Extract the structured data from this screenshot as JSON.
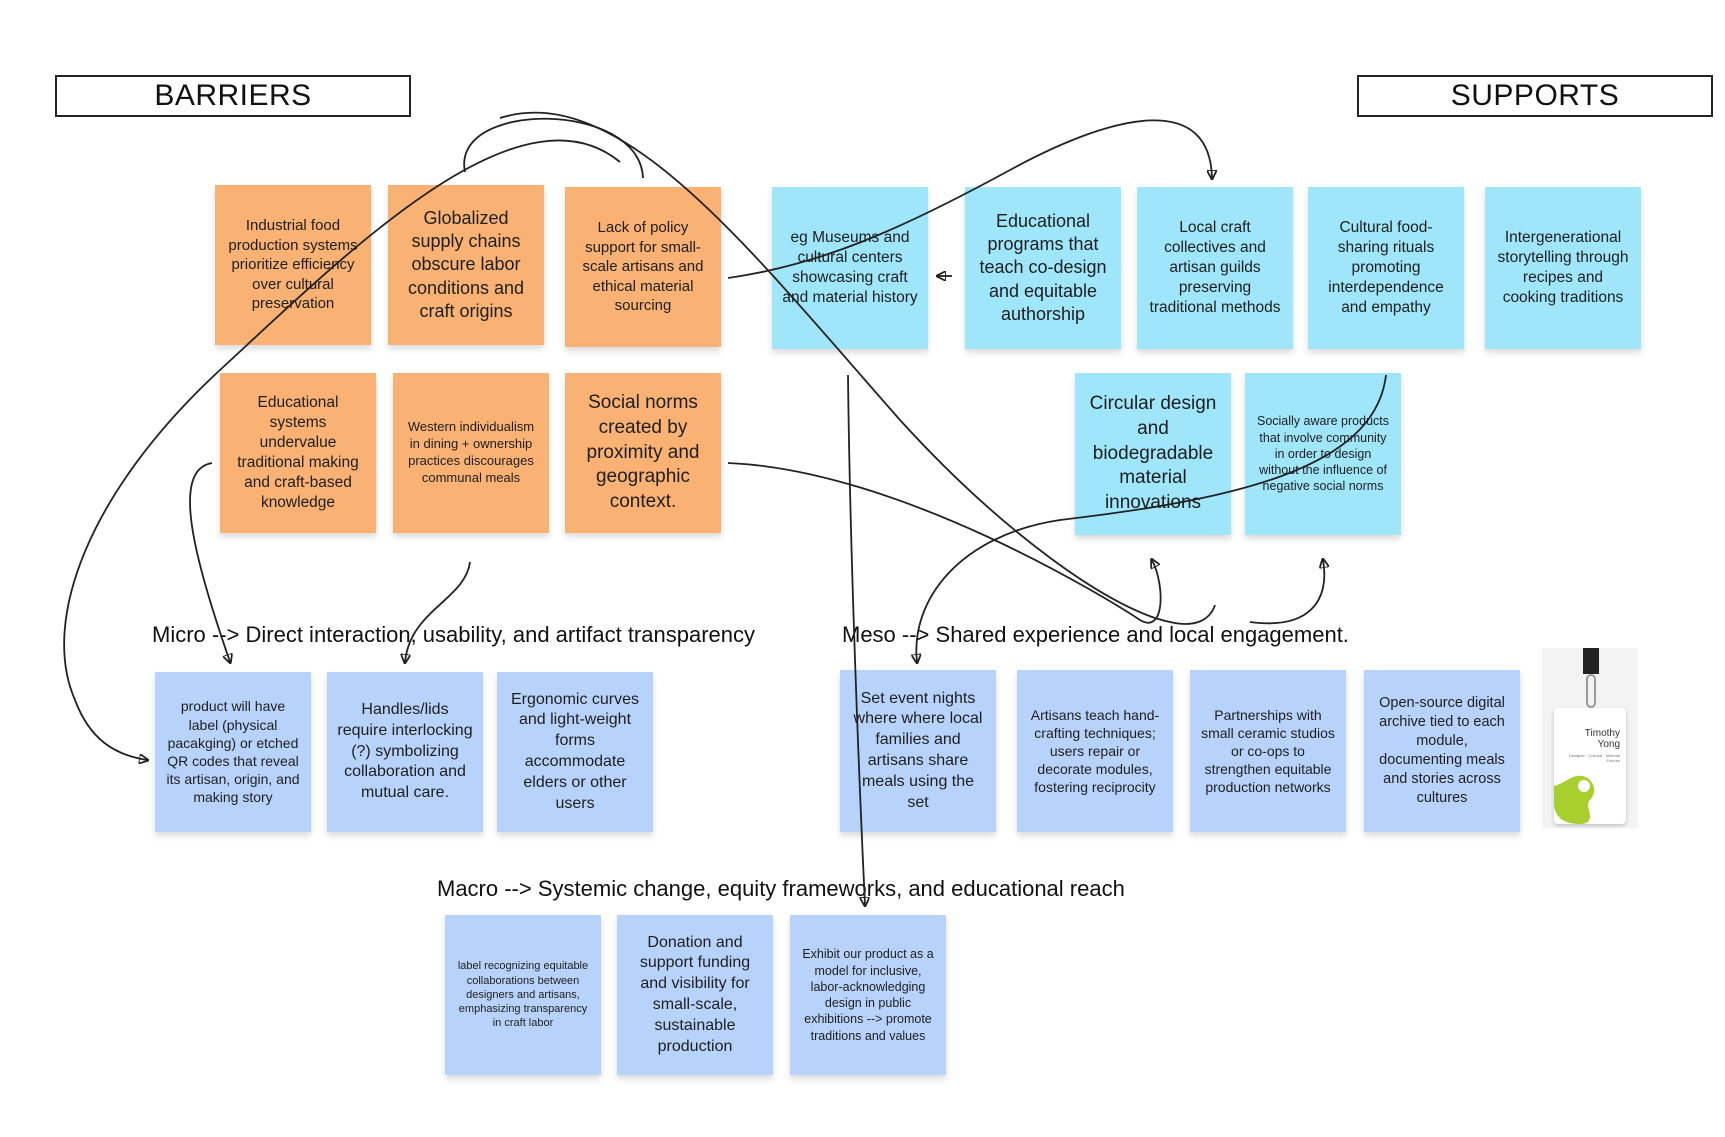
{
  "headers": {
    "barriers": "BARRIERS",
    "supports": "SUPPORTS"
  },
  "barriers": [
    {
      "id": "b1",
      "text": "Industrial food production systems prioritize efficiency over cultural preservation"
    },
    {
      "id": "b2",
      "text": "Globalized supply chains obscure labor conditions and craft origins"
    },
    {
      "id": "b3",
      "text": "Lack of policy support for small-scale artisans and ethical material sourcing"
    },
    {
      "id": "b4",
      "text": "Educational systems undervalue traditional making and craft-based knowledge"
    },
    {
      "id": "b5",
      "text": "Western individualism in dining + ownership practices discourages communal meals"
    },
    {
      "id": "b6",
      "text": "Social norms created by proximity and geographic context."
    }
  ],
  "supports": [
    {
      "id": "s1",
      "text": "eg Museums and cultural centers showcasing craft and material history"
    },
    {
      "id": "s2",
      "text": "Educational programs that teach co-design and equitable authorship"
    },
    {
      "id": "s3",
      "text": "Local craft collectives and artisan guilds preserving traditional methods"
    },
    {
      "id": "s4",
      "text": "Cultural food-sharing rituals promoting interdependence and empathy"
    },
    {
      "id": "s5",
      "text": "Intergenerational storytelling through recipes and cooking traditions"
    },
    {
      "id": "s6",
      "text": "Circular design and biodegradable material innovations"
    },
    {
      "id": "s7",
      "text": "Socially aware products that involve community in order to design without the influence of negative social norms"
    }
  ],
  "levels": {
    "micro": {
      "label": "Micro -->  Direct interaction, usability, and artifact transparency",
      "notes": [
        {
          "id": "m1",
          "text": "product will have label (physical pacakging) or etched QR codes that reveal its artisan, origin, and making story"
        },
        {
          "id": "m2",
          "text": "Handles/lids require interlocking (?) symbolizing collaboration and mutual care."
        },
        {
          "id": "m3",
          "text": "Ergonomic curves and light-weight forms accommodate elders or other users"
        }
      ]
    },
    "meso": {
      "label": "Meso --> Shared experience and local engagement.",
      "notes": [
        {
          "id": "e1",
          "text": "Set event nights where where local families and artisans share meals using the set"
        },
        {
          "id": "e2",
          "text": "Artisans teach hand-crafting techniques; users repair or decorate modules, fostering reciprocity"
        },
        {
          "id": "e3",
          "text": "Partnerships with small ceramic studios or co-ops to strengthen equitable production networks"
        },
        {
          "id": "e4",
          "text": "Open-source digital archive tied to each module, documenting meals and stories across cultures"
        }
      ]
    },
    "macro": {
      "label": "Macro --> Systemic change, equity frameworks, and educational reach",
      "notes": [
        {
          "id": "a1",
          "text": "label recognizing equitable collaborations between designers and artisans, emphasizing transparency in craft labor"
        },
        {
          "id": "a2",
          "text": "Donation and support funding and visibility for small-scale, sustainable production"
        },
        {
          "id": "a3",
          "text": "Exhibit our product as a model for inclusive, labor-acknowledging design in public exhibitions --> promote traditions and values"
        }
      ]
    }
  },
  "badge": {
    "name": "Timothy Yong",
    "subtitle": "Designer · Cultural · Material Futures"
  },
  "colors": {
    "barrier": "#f9b274",
    "support": "#9fe6fb",
    "outcome": "#b8d3fb",
    "stroke": "#222222"
  }
}
